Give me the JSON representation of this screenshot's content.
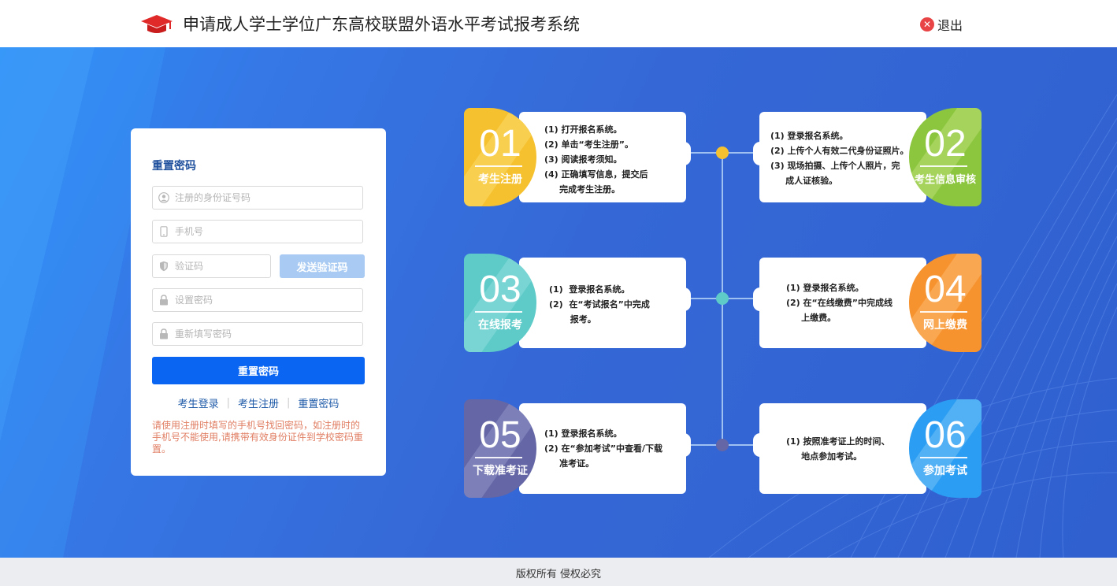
{
  "header": {
    "title": "申请成人学士学位广东高校联盟外语水平考试报考系统",
    "logout_label": "退出"
  },
  "form": {
    "title": "重置密码",
    "id_placeholder": "注册的身份证号码",
    "phone_placeholder": "手机号",
    "code_placeholder": "验证码",
    "send_code_label": "发送验证码",
    "password_placeholder": "设置密码",
    "confirm_placeholder": "重新填写密码",
    "submit_label": "重置密码",
    "links": [
      "考生登录",
      "考生注册",
      "重置密码"
    ],
    "note": "请使用注册时填写的手机号找回密码，如注册时的手机号不能使用,请携带有效身份证件到学校密码重置。"
  },
  "steps": [
    {
      "num": "01",
      "name": "考生注册",
      "color": "#f6c12f",
      "text": "(1) 打开报名系统。\n(2) 单击“考生注册”。\n(3) 阅读报考须知。\n(4) 正确填写信息，提交后\n     完成考生注册。"
    },
    {
      "num": "02",
      "name": "考生信息审核",
      "color": "#8cc63e",
      "text": "(1) 登录报名系统。\n(2) 上传个人有效二代身份证照片。\n(3) 现场拍摄、上传个人照片，完\n     成人证核验。"
    },
    {
      "num": "03",
      "name": "在线报考",
      "color": "#5ecbc9",
      "text": "(1)  登录报名系统。\n(2)  在“考试报名”中完成\n       报考。"
    },
    {
      "num": "04",
      "name": "网上缴费",
      "color": "#f7932f",
      "text": "(1) 登录报名系统。\n(2) 在“在线缴费”中完成线\n     上缴费。"
    },
    {
      "num": "05",
      "name": "下载准考证",
      "color": "#6466a6",
      "text": "(1) 登录报名系统。\n(2) 在“参加考试”中查看/下载\n     准考证。"
    },
    {
      "num": "06",
      "name": "参加考试",
      "color": "#2b9df2",
      "text": "(1) 按照准考证上的时间、\n     地点参加考试。"
    }
  ],
  "footer": {
    "copyright": "版权所有 侵权必究"
  }
}
